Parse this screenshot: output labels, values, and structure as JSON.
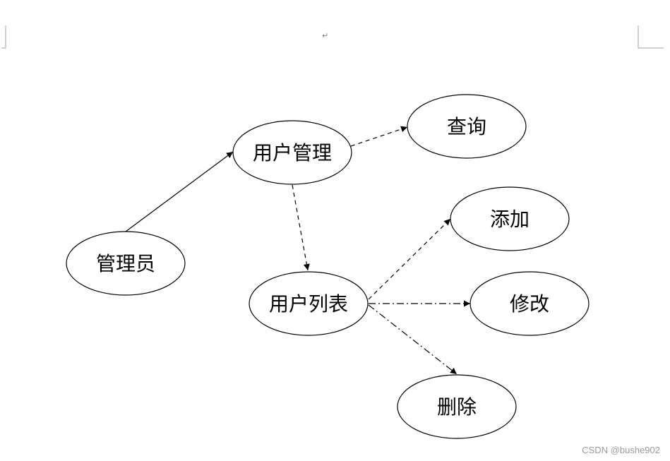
{
  "document": {
    "paragraph_mark": "↵"
  },
  "diagram": {
    "nodes": [
      {
        "id": "admin",
        "label": "管理员"
      },
      {
        "id": "user_mgmt",
        "label": "用户管理"
      },
      {
        "id": "query",
        "label": "查询"
      },
      {
        "id": "user_list",
        "label": "用户列表"
      },
      {
        "id": "add",
        "label": "添加"
      },
      {
        "id": "edit",
        "label": "修改"
      },
      {
        "id": "delete",
        "label": "删除"
      }
    ],
    "edges": [
      {
        "from": "admin",
        "to": "user_mgmt",
        "style": "solid"
      },
      {
        "from": "user_mgmt",
        "to": "query",
        "style": "dashed"
      },
      {
        "from": "user_mgmt",
        "to": "user_list",
        "style": "dashed"
      },
      {
        "from": "user_list",
        "to": "add",
        "style": "dashed"
      },
      {
        "from": "user_list",
        "to": "edit",
        "style": "dash-dot"
      },
      {
        "from": "user_list",
        "to": "delete",
        "style": "dash-dot"
      }
    ]
  },
  "watermark": "CSDN @bushe902"
}
